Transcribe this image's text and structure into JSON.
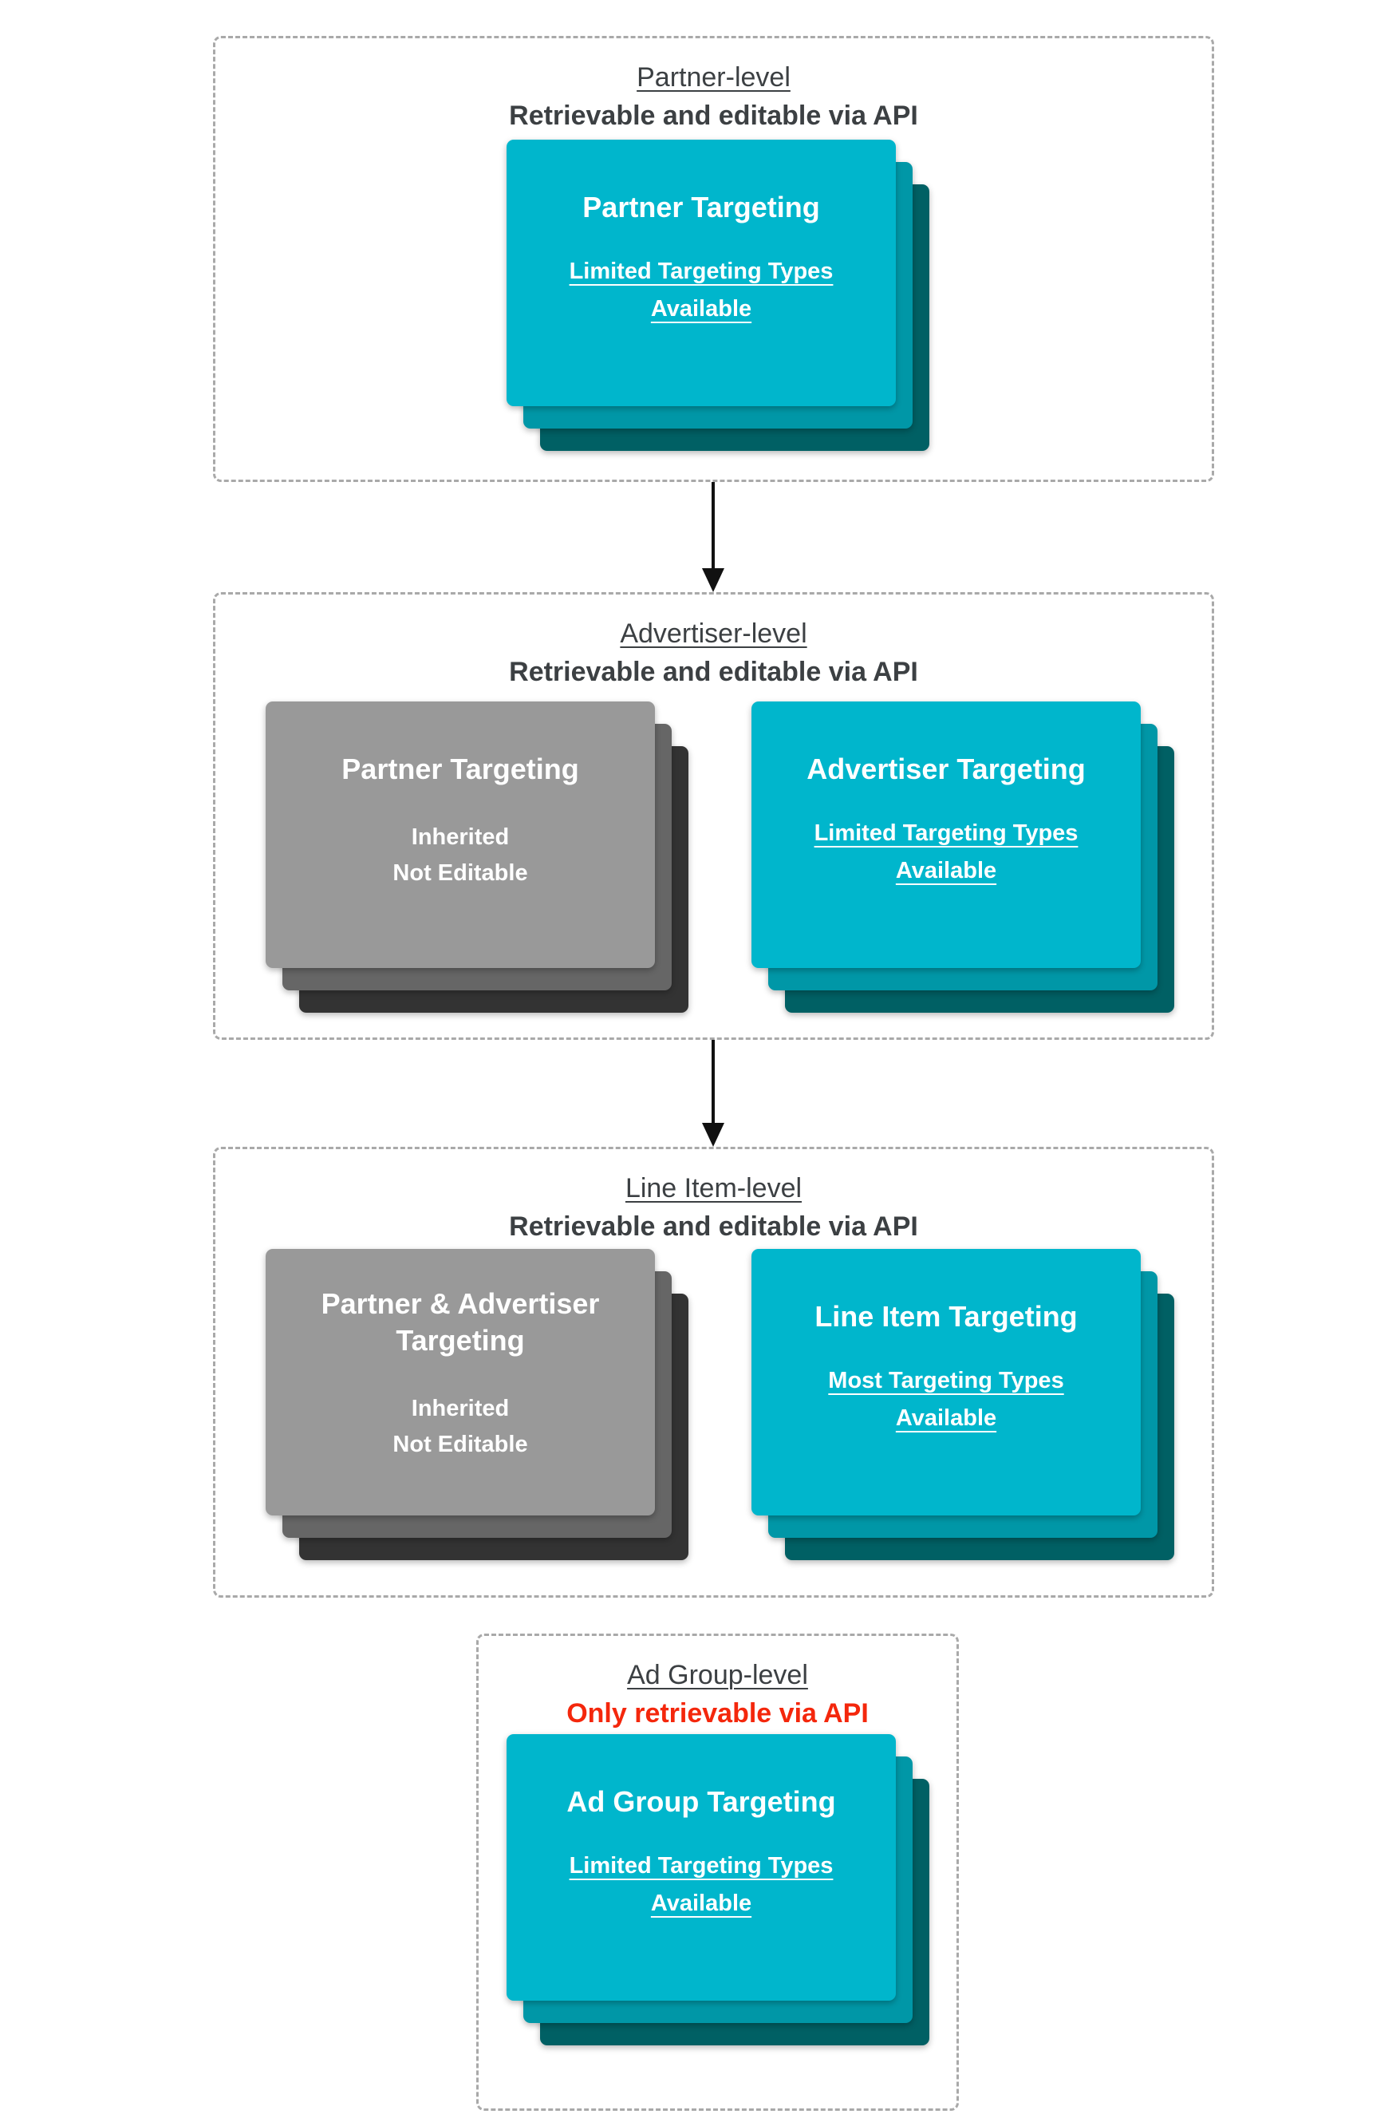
{
  "palette": {
    "teal_front": "#00B6CC",
    "teal_mid": "#0097A7",
    "teal_back": "#006064",
    "gray_front": "#999999",
    "gray_mid": "#666666",
    "gray_back": "#333333",
    "heading_gray": "#3C4043",
    "alert_red": "#F4270C",
    "arrow_black": "#111111"
  },
  "sections": [
    {
      "id": "partner",
      "level_title": "Partner-level",
      "subtitle": "Retrievable and editable via API",
      "cards": [
        {
          "style": "teal",
          "title": "Partner Targeting",
          "sub_line1": "Limited Targeting Types",
          "sub_line2": "Available",
          "sub_underlined": true
        }
      ]
    },
    {
      "id": "advertiser",
      "level_title": "Advertiser-level",
      "subtitle": "Retrievable and editable via API",
      "cards": [
        {
          "style": "gray",
          "title": "Partner Targeting",
          "sub_line1": "Inherited",
          "sub_line2": "Not Editable",
          "sub_underlined": false
        },
        {
          "style": "teal",
          "title": "Advertiser Targeting",
          "sub_line1": "Limited Targeting Types",
          "sub_line2": "Available",
          "sub_underlined": true
        }
      ]
    },
    {
      "id": "line-item",
      "level_title": "Line Item-level",
      "subtitle": "Retrievable and editable via API",
      "cards": [
        {
          "style": "gray",
          "title_line1": "Partner & Advertiser",
          "title_line2": "Targeting",
          "sub_line1": "Inherited",
          "sub_line2": "Not Editable",
          "sub_underlined": false
        },
        {
          "style": "teal",
          "title": "Line Item Targeting",
          "sub_line1": "Most Targeting Types",
          "sub_line2": "Available",
          "sub_underlined": true
        }
      ]
    },
    {
      "id": "ad-group",
      "level_title": "Ad Group-level",
      "subtitle": "Only retrievable via API",
      "subtitle_red": true,
      "cards": [
        {
          "style": "teal",
          "title": "Ad Group Targeting",
          "sub_line1": "Limited Targeting Types",
          "sub_line2": "Available",
          "sub_underlined": true
        }
      ]
    }
  ]
}
